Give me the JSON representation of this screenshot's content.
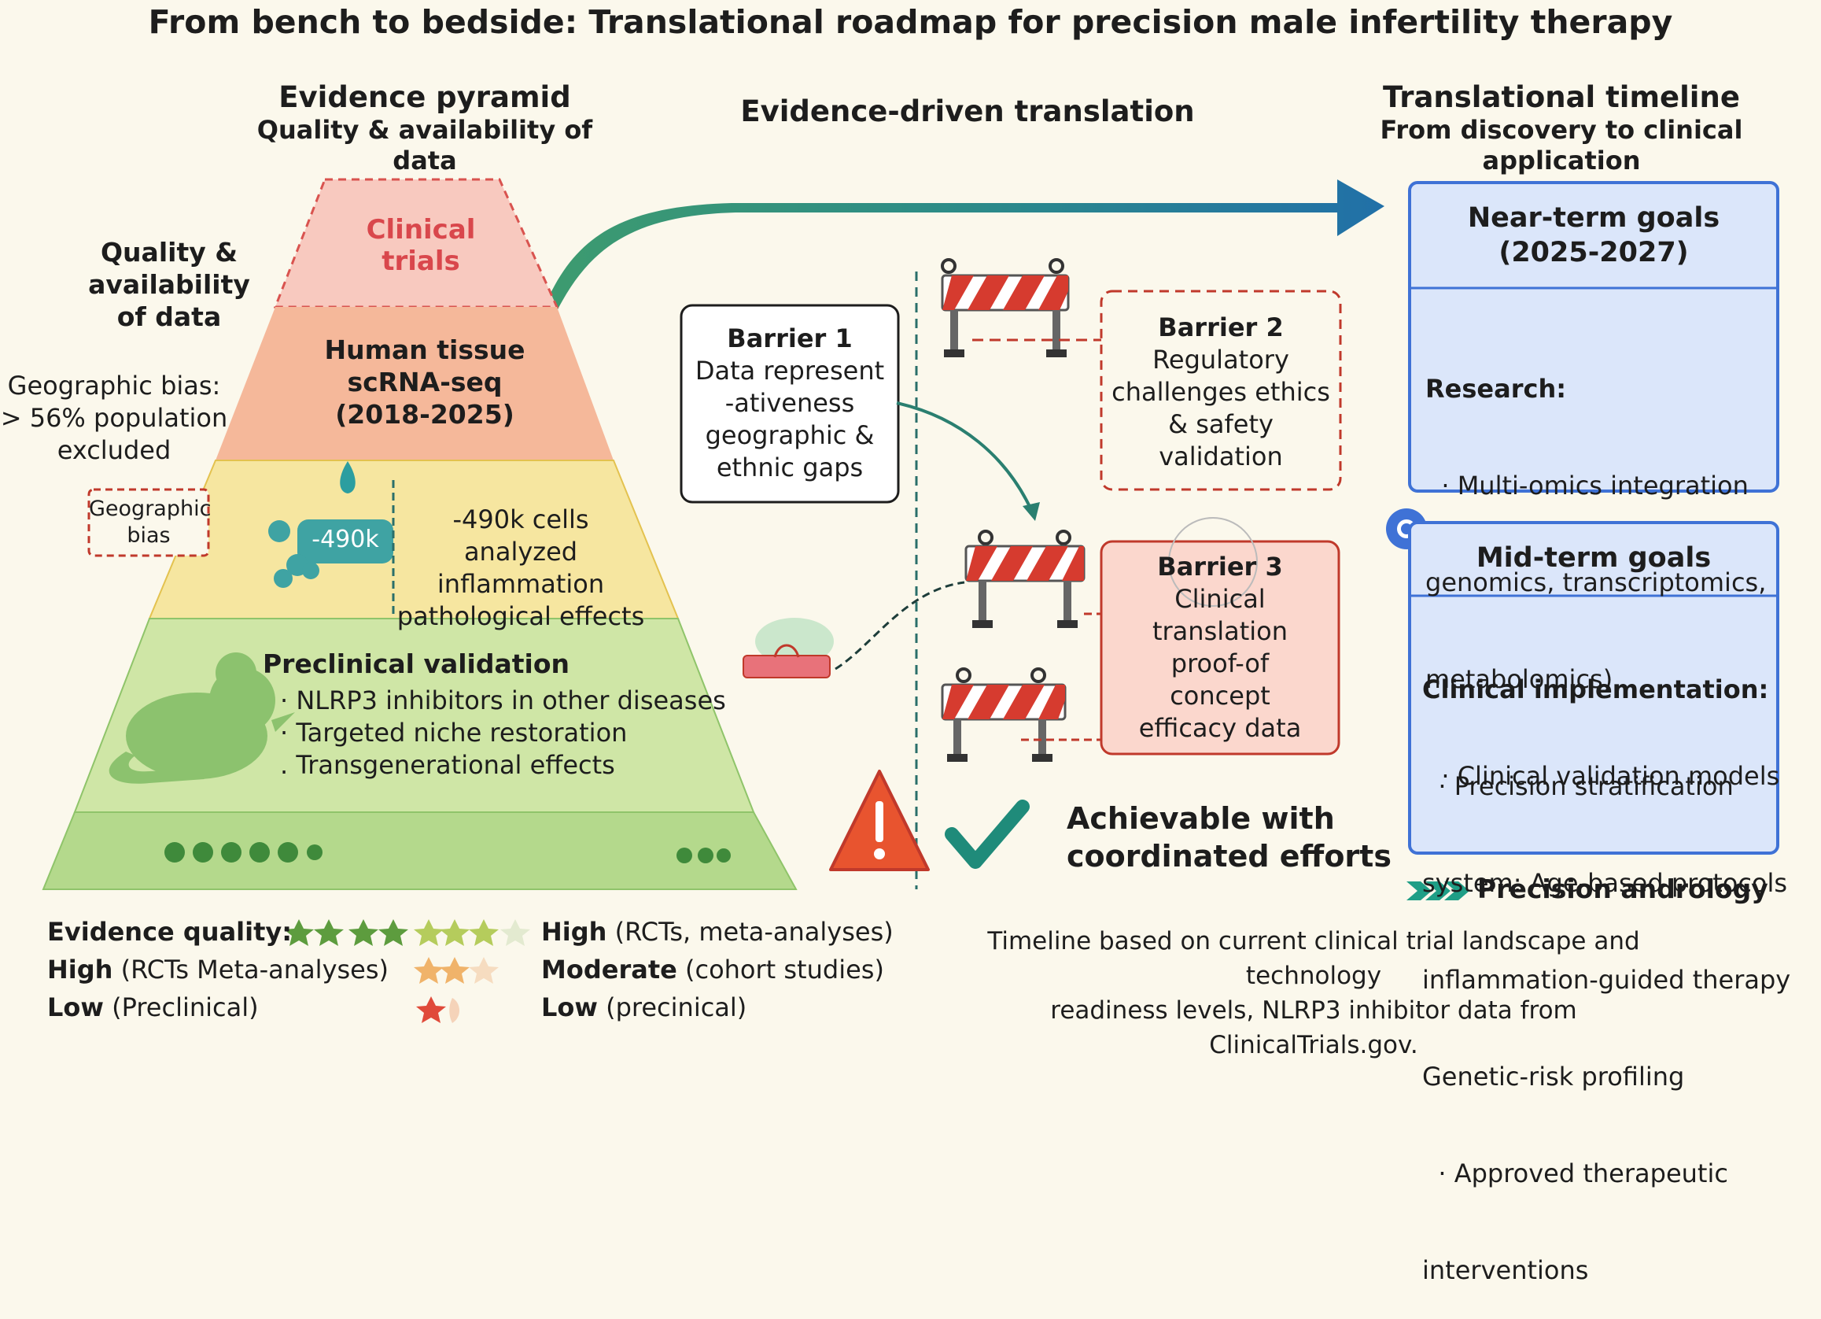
{
  "title": "From bench to bedside: Translational roadmap for precision male infertility therapy",
  "pyramid_header": {
    "title": "Evidence pyramid",
    "subtitle": "Quality & availability of data"
  },
  "translation_header": "Evidence-driven translation",
  "timeline_header": {
    "title": "Translational timeline",
    "subtitle": "From discovery to clinical application"
  },
  "side_labels": {
    "quality_l1": "Quality &",
    "quality_l2": "availability",
    "quality_l3": "of data",
    "bias_l1": "Geographic bias:",
    "bias_l2": "> 56% population",
    "bias_l3": "excluded",
    "bias_box_l1": "Geographic",
    "bias_box_l2": "bias"
  },
  "pyramid": {
    "clinical_l1": "Clinical",
    "clinical_l2": "trials",
    "human_l1": "Human tissue",
    "human_l2": "scRNA-seq",
    "human_l3": "(2018-2025)",
    "cells_badge": "-490k",
    "cells_l1": "-490k cells analyzed",
    "cells_l2": "inflammation",
    "cells_l3": "pathological effects",
    "preclinical_title": "Preclinical validation",
    "preclinical_items": [
      "· NLRP3 inhibitors in other diseases",
      "· Targeted niche restoration",
      ". Transgenerational effects"
    ]
  },
  "barriers": {
    "b1": {
      "title": "Barrier 1",
      "l1": "Data represent",
      "l2": "-ativeness",
      "l3": "geographic &",
      "l4": "ethnic gaps"
    },
    "b2": {
      "title": "Barrier 2",
      "l1": "Regulatory",
      "l2": "challenges ethics",
      "l3": "& safety",
      "l4": "validation"
    },
    "b3": {
      "title": "Barrier 3",
      "l1": "Clinical",
      "l2": "translation",
      "l3": "proof-of",
      "l4": "concept",
      "l5": "efficacy data"
    }
  },
  "achievable": {
    "l1": "Achievable with",
    "l2": "coordinated efforts"
  },
  "goals": {
    "near": {
      "title_l1": "Near-term goals",
      "title_l2": "(2025-2027)",
      "section": "Research:",
      "l1": "  · Multi-omics integration",
      "l2": "genomics, transcriptomics,",
      "l3": "metabolomics)",
      "l4": "  · Clinical validation models"
    },
    "mid": {
      "title": "Mid-term goals",
      "section": "Clinical implementation:",
      "l1": "  · Precision stratification",
      "l2": "system: Age-based protocols",
      "l3": "inflammation-guided therapy",
      "l4": "Genetic-risk profiling",
      "l5": "  · Approved therapeutic",
      "l6": "interventions"
    },
    "precision": "Precision andrology"
  },
  "legend": {
    "quality_label": "Evidence quality:",
    "r1_bold": "High",
    "r1_rest": " (RCTs Meta-analyses)",
    "r2_bold": "Low",
    "r2_rest": " (Preclinical)",
    "c1_bold": "High",
    "c1_rest": " (RCTs, meta-analyses)",
    "c2_bold": "Moderate",
    "c2_rest": " (cohort studies)",
    "c3_bold": "Low",
    "c3_rest": " (precinical)"
  },
  "footnote": {
    "l1": "Timeline based on current clinical trial landscape and technology",
    "l2": "readiness levels, NLRP3 inhibitor data from ClinicalTrials.gov."
  },
  "colors": {
    "clinical": "#f8c9bf",
    "human": "#f5b89a",
    "cells": "#f6e6a0",
    "preclinical": "#cfe6a6",
    "base": "#b4d98c",
    "arrow": "#2f8f80",
    "goal_box": "#dbe6fa",
    "goal_border": "#3f72d6",
    "barrier_red": "#c8403f"
  },
  "icons": [
    "mouse-icon",
    "cell-icon",
    "water-drop-icon",
    "warning-icon",
    "checkmark-icon",
    "barricade-icon",
    "star-icon",
    "target-icon",
    "chevrons-icon"
  ]
}
